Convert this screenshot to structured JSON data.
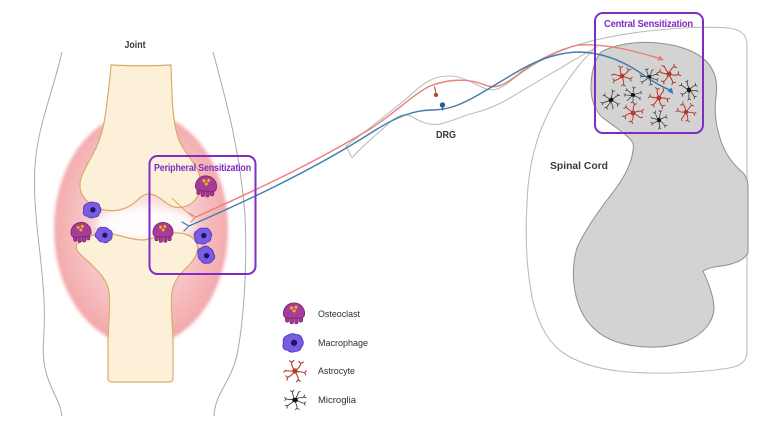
{
  "figure": {
    "labels": {
      "joint": "Joint",
      "drg": "DRG",
      "spinal_cord": "Spinal Cord"
    },
    "callouts": {
      "peripheral": "Peripheral Sensitization",
      "central": "Central Sensitization"
    },
    "legend": {
      "items": [
        {
          "icon": "osteoclast-icon",
          "label": "Osteoclast"
        },
        {
          "icon": "macrophage-icon",
          "label": "Macrophage"
        },
        {
          "icon": "astrocyte-icon",
          "label": "Astrocyte"
        },
        {
          "icon": "microglia-icon",
          "label": "Microglia"
        }
      ]
    },
    "colors": {
      "callout_purple": "#7F2CC4",
      "nerve_red": "#EC7F77",
      "nerve_blue": "#3E7CAC",
      "bone_fill": "#FCF0D8",
      "bone_stroke": "#D8AC6B",
      "inflammation_pink": "#F1A3A5",
      "osteoclast_fill": "#A63B9C",
      "macrophage_fill": "#7A5CE0",
      "astrocyte_red": "#B5392B",
      "microglia_black": "#1F1F1F",
      "gray_matter_fill": "#D3D3D3",
      "outline_gray": "#BDBDBD"
    },
    "depicted_cells": {
      "joint": {
        "osteoclasts": 3,
        "macrophages": 4
      },
      "central_zone": {
        "astrocytes": 5,
        "microglia": 5
      },
      "drg": {
        "red_neuron_soma": 1,
        "blue_neuron_soma": 1
      }
    }
  }
}
